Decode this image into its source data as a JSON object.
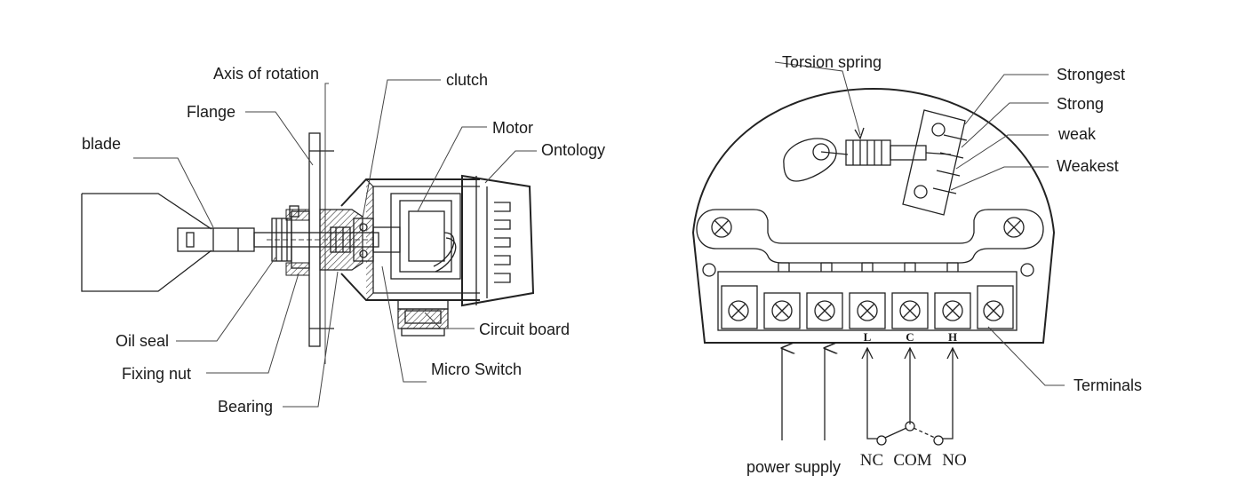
{
  "left_diagram": {
    "labels": {
      "axis_of_rotation": "Axis of rotation",
      "flange": "Flange",
      "blade": "blade",
      "clutch": "clutch",
      "motor": "Motor",
      "ontology": "Ontology",
      "circuit_board": "Circuit board",
      "micro_switch": "Micro Switch",
      "oil_seal": "Oil seal",
      "fixing_nut": "Fixing nut",
      "bearing": "Bearing"
    }
  },
  "right_diagram": {
    "labels": {
      "torsion_spring": "Torsion spring",
      "strongest": "Strongest",
      "strong": "Strong",
      "weak": "weak",
      "weakest": "Weakest",
      "terminals": "Terminals",
      "power_supply": "power supply"
    },
    "terminal_letters": [
      "L",
      "C",
      "H"
    ],
    "contacts": [
      "NC",
      "COM",
      "NO"
    ]
  },
  "colors": {
    "ink": "#222222",
    "background": "#ffffff"
  }
}
